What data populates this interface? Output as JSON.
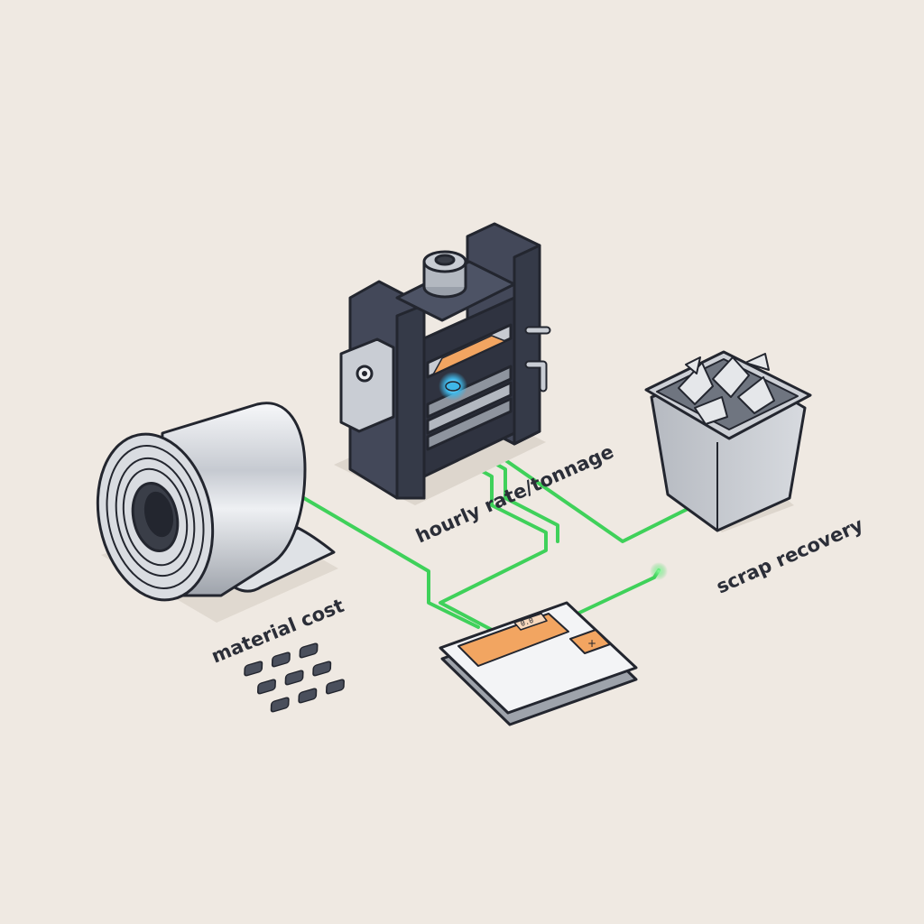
{
  "labels": {
    "material": "material cost",
    "press": "hourly rate/tonnage",
    "scrap": "scrap recovery"
  },
  "calculator": {
    "display": "0.0",
    "plus_key": "+"
  },
  "colors": {
    "background": "#efe9e2",
    "connector": "#3fd15a",
    "press_body": "#434859",
    "outline": "#23262f",
    "steel": "#c9cdd4",
    "calc_accent": "#f2a561",
    "indicator": "#3fb7e8"
  },
  "icons": [
    "steel-coil-icon",
    "stamping-press-icon",
    "scrap-bin-icon",
    "calculator-icon"
  ]
}
